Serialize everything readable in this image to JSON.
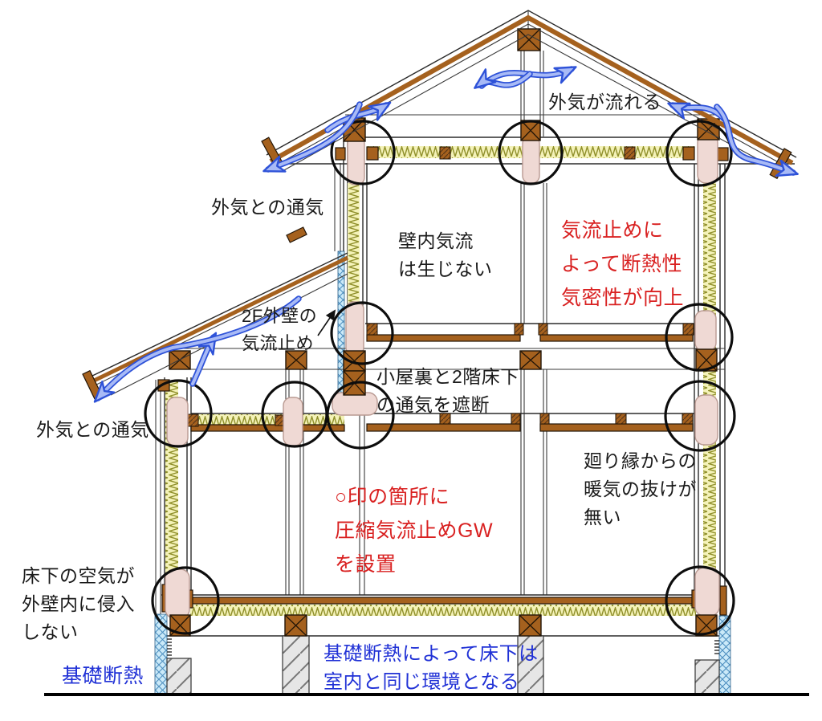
{
  "labels": {
    "outside_air_flows": {
      "text": "外気が流れる",
      "color": "black"
    },
    "vent_outside_upper": {
      "text": "外気との通気",
      "color": "black"
    },
    "wall_no_airflow": {
      "text": "壁内気流\nは生じない",
      "color": "black"
    },
    "airflow_stop_benefit": {
      "text": "気流止めに\nよって断熱性\n気密性が向上",
      "color": "red"
    },
    "f2_wall_airflow_stop": {
      "text": "2F外壁の\n気流止め",
      "color": "black"
    },
    "block_attic_2f_floor": {
      "text": "小屋裏と2階床下\nの通気を遮断",
      "color": "black"
    },
    "vent_outside_lower": {
      "text": "外気との通気",
      "color": "black"
    },
    "crown_no_heat_leak": {
      "text": "廻り縁からの\n暖気の抜けが\n無い",
      "color": "black"
    },
    "compressed_gw_note": {
      "text": "○印の箇所に\n圧縮気流止めGW\nを設置",
      "color": "red"
    },
    "underfloor_air_blocked": {
      "text": "床下の空気が\n外壁内に侵入\nしない",
      "color": "black"
    },
    "foundation_insulation": {
      "text": "基礎断熱",
      "color": "blue"
    },
    "foundation_note": {
      "text": "基礎断熱によって床下は\n室内と同じ環境となる",
      "color": "blue"
    }
  },
  "colors": {
    "wood": "#A5611E",
    "pink": "#EFD9D4",
    "ins-bg": "#F4F2B8",
    "ins-line": "#8F8F2A",
    "hatch-bg": "#CBEAF9",
    "hatch-line": "#4E8FC0",
    "arrow-stroke": "#2E52D8",
    "arrow-fill": "#A8BAF6",
    "red": "#D92121",
    "blue": "#2031D6"
  }
}
